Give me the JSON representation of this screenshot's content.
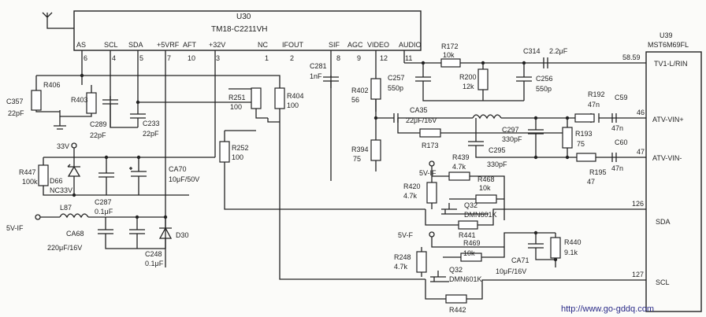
{
  "tuner": {
    "ref": "U30",
    "part": "TM18-C2211VH",
    "pins": [
      {
        "name": "AS",
        "num": "6"
      },
      {
        "name": "SCL",
        "num": "4"
      },
      {
        "name": "SDA",
        "num": "5"
      },
      {
        "name": "+5VRF",
        "num": "7"
      },
      {
        "name": "AFT",
        "num": "10"
      },
      {
        "name": "+32V",
        "num": "3"
      },
      {
        "name": "NC",
        "num": "1"
      },
      {
        "name": "IFOUT",
        "num": "2"
      },
      {
        "name": "SIF",
        "num": "8"
      },
      {
        "name": "AGC",
        "num": "9"
      },
      {
        "name": "VIDEO",
        "num": "12"
      },
      {
        "name": "AUDIO",
        "num": "11"
      }
    ]
  },
  "decoder": {
    "ref": "U39",
    "part": "MST6M69FL",
    "pins": [
      {
        "num": "58.59",
        "name": "TV1-L/RIN"
      },
      {
        "num": "46",
        "name": "ATV-VIN+"
      },
      {
        "num": "47",
        "name": "ATV-VIN-"
      },
      {
        "num": "126",
        "name": "SDA"
      },
      {
        "num": "127",
        "name": "SCL"
      }
    ]
  },
  "parts": {
    "r406": "R406",
    "r403": "R403",
    "c357": "C357",
    "c357v": "22pF",
    "c289": "C289",
    "c289v": "22pF",
    "c233": "C233",
    "c233v": "22pF",
    "r251": "R251",
    "r251v": "100",
    "r404": "R404",
    "r404v": "100",
    "r252": "R252",
    "r252v": "100",
    "v33": "33V",
    "r447": "R447",
    "r447v": "100k",
    "d66": "D66",
    "d66v": "NC33V",
    "ca70": "CA70",
    "ca70v": "10μF/50V",
    "v5if": "5V-IF",
    "l87": "L87",
    "c287": "C287",
    "c287v": "0.1μF",
    "d30": "D30",
    "ca68": "CA68",
    "ca68v": "220μF/16V",
    "c248": "C248",
    "c248v": "0.1μF",
    "c281": "C281",
    "c281v": "1nF",
    "r402": "R402",
    "r402v": "56",
    "r394": "R394",
    "r394v": "75",
    "ca35": "CA35",
    "ca35v": "22μF/16V",
    "r173": "R173",
    "c297": "C297",
    "c297v": "330pF",
    "c295": "C295",
    "c295v": "330pF",
    "r193": "R193",
    "r193v": "75",
    "r192": "R192",
    "r192v": "47n",
    "c59": "C59",
    "c59v": "47n",
    "r195": "R195",
    "r195v": "47",
    "c60": "C60",
    "c60v": "47n",
    "r172": "R172",
    "r172v": "10k",
    "r200": "R200",
    "r200v": "12k",
    "c257": "C257",
    "c257v": "550p",
    "c256": "C256",
    "c256v": "550p",
    "c314": "C314",
    "c314v": "2.2μF",
    "v5if2": "5V-IF",
    "r439": "R439",
    "r439v": "4.7k",
    "r420": "R420",
    "r420v": "4.7k",
    "r468": "R468",
    "r468v": "10k",
    "q32a": "Q32",
    "q32av": "DMN601K",
    "r441": "R441",
    "v5f": "5V-F",
    "r248": "R248",
    "r248v": "4.7k",
    "r469": "R469",
    "r469v": "10k",
    "q32b": "Q32",
    "q32bv": "DMN601K",
    "r442": "R442",
    "r440": "R440",
    "r440v": "9.1k",
    "ca71": "CA71",
    "ca71v": "10μF/16V"
  },
  "footer": {
    "url": "http://www.go-gddq.com"
  }
}
